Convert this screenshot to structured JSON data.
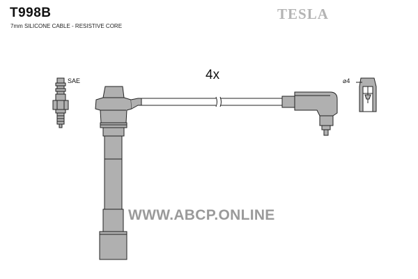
{
  "header": {
    "part_number": "T998B",
    "subtitle": "7mm SILICONE CABLE - RESISTIVE CORE",
    "brand": "TESLA"
  },
  "drawing": {
    "count_label": "4x",
    "plug_label": "SAE",
    "terminal_label": "⌀4",
    "watermark": "WWW.ABCP.ONLINE"
  },
  "colors": {
    "part_fill": "#b0b0b0",
    "outline": "#222222",
    "brand": "#b4b4b4",
    "watermark": "#9a9a9a"
  },
  "icons": {
    "spark_plug": "spark-plug-icon",
    "terminal": "terminal-cross-section-icon"
  }
}
